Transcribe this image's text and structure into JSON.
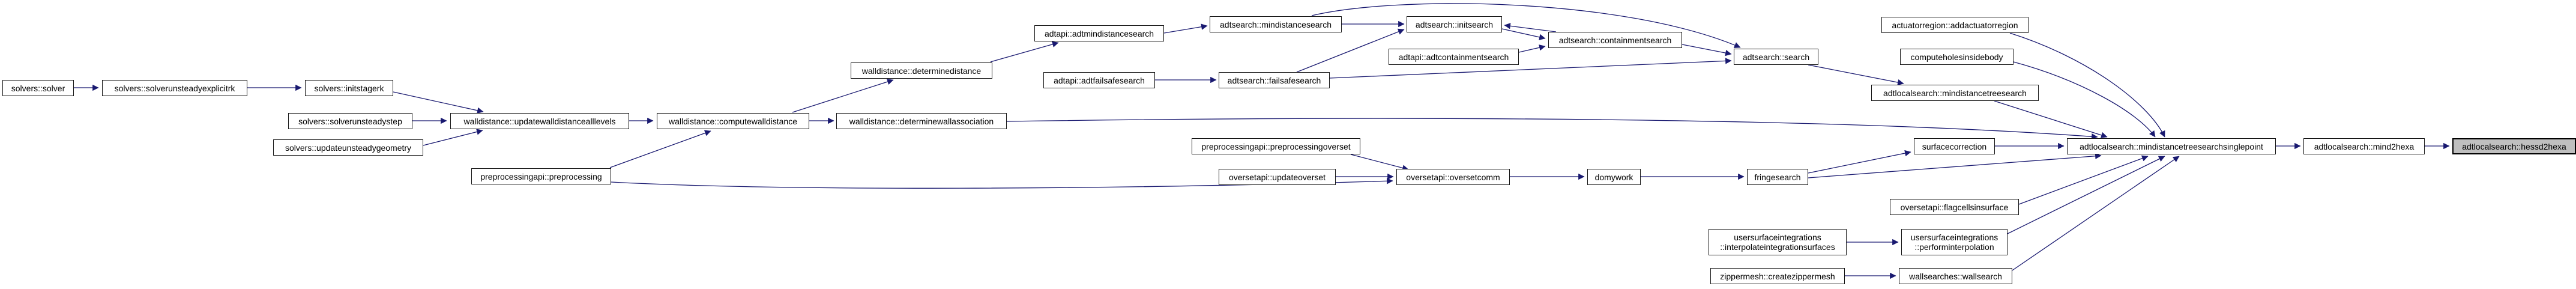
{
  "diagram": {
    "type": "call-graph",
    "direction": "left-to-right",
    "highlighted_node": "adtlocalsearch::hessd2hexa",
    "colors": {
      "background": "#ffffff",
      "node_fill": "#ffffff",
      "node_border": "#141414",
      "edge": "#191970",
      "highlight_fill": "#bfbfbf",
      "text": "#000000"
    },
    "nodes": [
      {
        "id": "solvers-solver",
        "label": "solvers::solver"
      },
      {
        "id": "solvers-solverunsteadyexplicitrk",
        "label": "solvers::solverunsteadyexplicitrk"
      },
      {
        "id": "solvers-initstagerk",
        "label": "solvers::initstagerk"
      },
      {
        "id": "solvers-solverunsteadystep",
        "label": "solvers::solverunsteadystep"
      },
      {
        "id": "solvers-updateunsteadygeometry",
        "label": "solvers::updateunsteadygeometry"
      },
      {
        "id": "walldistance-updatewalldistancealllevels",
        "label": "walldistance::updatewalldistancealllevels"
      },
      {
        "id": "preprocessingapi-preprocessing",
        "label": "preprocessingapi::preprocessing"
      },
      {
        "id": "walldistance-computewalldistance",
        "label": "walldistance::computewalldistance"
      },
      {
        "id": "walldistance-determinedistance",
        "label": "walldistance::determinedistance"
      },
      {
        "id": "walldistance-determinewallassociation",
        "label": "walldistance::determinewallassociation"
      },
      {
        "id": "adtapi-adtmindistancesearch",
        "label": "adtapi::adtmindistancesearch"
      },
      {
        "id": "adtsearch-mindistancesearch",
        "label": "adtsearch::mindistancesearch"
      },
      {
        "id": "adtapi-adtfailsafesearch",
        "label": "adtapi::adtfailsafesearch"
      },
      {
        "id": "adtsearch-failsafesearch",
        "label": "adtsearch::failsafesearch"
      },
      {
        "id": "adtsearch-initsearch",
        "label": "adtsearch::initsearch"
      },
      {
        "id": "adtapi-adtcontainmentsearch",
        "label": "adtapi::adtcontainmentsearch"
      },
      {
        "id": "adtsearch-containmentsearch",
        "label": "adtsearch::containmentsearch"
      },
      {
        "id": "adtsearch-search",
        "label": "adtsearch::search"
      },
      {
        "id": "actuatorregion-addactuatorregion",
        "label": "actuatorregion::addactuatorregion"
      },
      {
        "id": "computeholesinsidebody",
        "label": "computeholesinsidebody"
      },
      {
        "id": "adtlocalsearch-mindistancetreesearch",
        "label": "adtlocalsearch::mindistancetreesearch"
      },
      {
        "id": "preprocessingapi-preprocessingoverset",
        "label": "preprocessingapi::preprocessingoverset"
      },
      {
        "id": "oversetapi-updateoverset",
        "label": "oversetapi::updateoverset"
      },
      {
        "id": "oversetapi-oversetcomm",
        "label": "oversetapi::oversetcomm"
      },
      {
        "id": "domywork",
        "label": "domywork"
      },
      {
        "id": "fringesearch",
        "label": "fringesearch"
      },
      {
        "id": "surfacecorrection",
        "label": "surfacecorrection"
      },
      {
        "id": "oversetapi-flagcellsinsurface",
        "label": "oversetapi::flagcellsinsurface"
      },
      {
        "id": "usersurfaceintegrations-interpolateintegrationsurfaces",
        "label": "usersurfaceintegrations\n::interpolateintegrationsurfaces"
      },
      {
        "id": "usersurfaceintegrations-performinterpolation",
        "label": "usersurfaceintegrations\n::performinterpolation"
      },
      {
        "id": "zippermesh-createzippermesh",
        "label": "zippermesh::createzippermesh"
      },
      {
        "id": "wallsearches-wallsearch",
        "label": "wallsearches::wallsearch"
      },
      {
        "id": "adtlocalsearch-mindistancetreesearchsinglepoint",
        "label": "adtlocalsearch::mindistancetreesearchsinglepoint"
      },
      {
        "id": "adtlocalsearch-mind2hexa",
        "label": "adtlocalsearch::mind2hexa"
      },
      {
        "id": "adtlocalsearch-hessd2hexa",
        "label": "adtlocalsearch::hessd2hexa"
      }
    ],
    "edges": [
      {
        "from": "solvers::solver",
        "to": "solvers::solverunsteadyexplicitrk"
      },
      {
        "from": "solvers::solverunsteadyexplicitrk",
        "to": "solvers::initstagerk"
      },
      {
        "from": "solvers::initstagerk",
        "to": "walldistance::updatewalldistancealllevels"
      },
      {
        "from": "solvers::solverunsteadystep",
        "to": "walldistance::updatewalldistancealllevels"
      },
      {
        "from": "solvers::updateunsteadygeometry",
        "to": "walldistance::updatewalldistancealllevels"
      },
      {
        "from": "walldistance::updatewalldistancealllevels",
        "to": "walldistance::computewalldistance"
      },
      {
        "from": "preprocessingapi::preprocessing",
        "to": "walldistance::computewalldistance"
      },
      {
        "from": "walldistance::computewalldistance",
        "to": "walldistance::determinedistance"
      },
      {
        "from": "walldistance::computewalldistance",
        "to": "walldistance::determinewallassociation"
      },
      {
        "from": "walldistance::determinedistance",
        "to": "adtapi::adtmindistancesearch"
      },
      {
        "from": "adtapi::adtmindistancesearch",
        "to": "adtsearch::mindistancesearch"
      },
      {
        "from": "adtsearch::mindistancesearch",
        "to": "adtsearch::initsearch"
      },
      {
        "from": "adtsearch::mindistancesearch",
        "to": "adtsearch::search"
      },
      {
        "from": "adtapi::adtfailsafesearch",
        "to": "adtsearch::failsafesearch"
      },
      {
        "from": "adtsearch::failsafesearch",
        "to": "adtsearch::initsearch"
      },
      {
        "from": "adtsearch::failsafesearch",
        "to": "adtsearch::search"
      },
      {
        "from": "adtsearch::initsearch",
        "to": "adtsearch::containmentsearch"
      },
      {
        "from": "adtsearch::containmentsearch",
        "to": "adtsearch::initsearch"
      },
      {
        "from": "adtapi::adtcontainmentsearch",
        "to": "adtsearch::containmentsearch"
      },
      {
        "from": "adtsearch::containmentsearch",
        "to": "adtsearch::search"
      },
      {
        "from": "adtsearch::search",
        "to": "adtlocalsearch::mindistancetreesearch"
      },
      {
        "from": "adtlocalsearch::mindistancetreesearch",
        "to": "adtlocalsearch::mindistancetreesearchsinglepoint"
      },
      {
        "from": "actuatorregion::addactuatorregion",
        "to": "adtlocalsearch::mindistancetreesearchsinglepoint"
      },
      {
        "from": "computeholesinsidebody",
        "to": "adtlocalsearch::mindistancetreesearchsinglepoint"
      },
      {
        "from": "walldistance::determinewallassociation",
        "to": "adtlocalsearch::mindistancetreesearchsinglepoint"
      },
      {
        "from": "surfacecorrection",
        "to": "adtlocalsearch::mindistancetreesearchsinglepoint"
      },
      {
        "from": "fringesearch",
        "to": "surfacecorrection"
      },
      {
        "from": "fringesearch",
        "to": "adtlocalsearch::mindistancetreesearchsinglepoint"
      },
      {
        "from": "preprocessingapi::preprocessingoverset",
        "to": "oversetapi::oversetcomm"
      },
      {
        "from": "oversetapi::updateoverset",
        "to": "oversetapi::oversetcomm"
      },
      {
        "from": "preprocessingapi::preprocessing",
        "to": "oversetapi::oversetcomm"
      },
      {
        "from": "oversetapi::oversetcomm",
        "to": "domywork"
      },
      {
        "from": "domywork",
        "to": "fringesearch"
      },
      {
        "from": "oversetapi::flagcellsinsurface",
        "to": "adtlocalsearch::mindistancetreesearchsinglepoint"
      },
      {
        "from": "usersurfaceintegrations::interpolateintegrationsurfaces",
        "to": "usersurfaceintegrations::performinterpolation"
      },
      {
        "from": "usersurfaceintegrations::performinterpolation",
        "to": "adtlocalsearch::mindistancetreesearchsinglepoint"
      },
      {
        "from": "zippermesh::createzippermesh",
        "to": "wallsearches::wallsearch"
      },
      {
        "from": "wallsearches::wallsearch",
        "to": "adtlocalsearch::mindistancetreesearchsinglepoint"
      },
      {
        "from": "adtlocalsearch::mindistancetreesearchsinglepoint",
        "to": "adtlocalsearch::mind2hexa"
      },
      {
        "from": "adtlocalsearch::mind2hexa",
        "to": "adtlocalsearch::hessd2hexa"
      }
    ]
  }
}
